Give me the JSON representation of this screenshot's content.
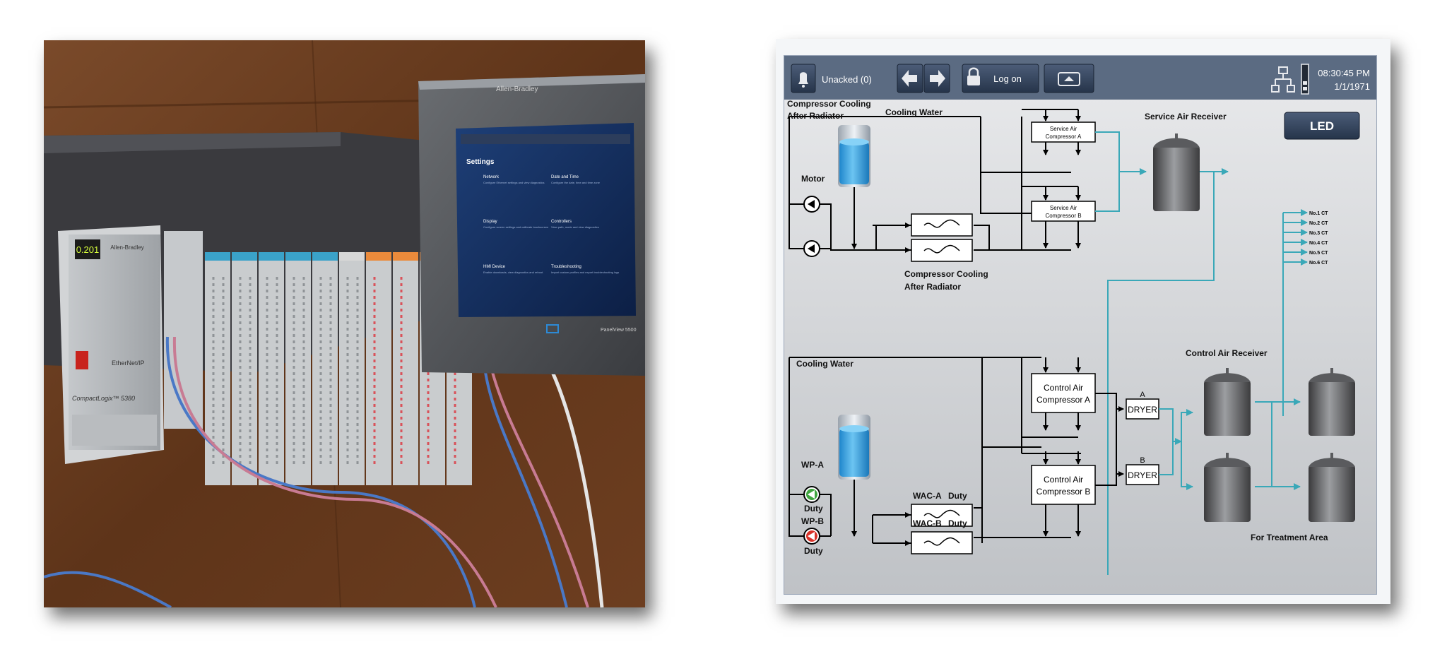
{
  "photo": {
    "brand_label": "Allen-Bradley",
    "controller_label": "CompactLogix™ 5380",
    "ethernet_label": "EtherNet/IP",
    "display_digits": "0.201",
    "panel_brand": "Allen-Bradley",
    "panel_model": "PanelView 5500",
    "settings": {
      "title": "Settings",
      "items": [
        {
          "label": "Network",
          "sub": "Configure Ethernet settings and view diagnostics"
        },
        {
          "label": "Date and Time",
          "sub": "Configure the date, time and time zone"
        },
        {
          "label": "Display",
          "sub": "Configure screen settings and calibrate touchscreen"
        },
        {
          "label": "Controllers",
          "sub": "View path, mode and view diagnostics"
        },
        {
          "label": "HMI Device",
          "sub": "Enable downloads, view diagnostics and reboot"
        },
        {
          "label": "Troubleshooting",
          "sub": "Import custom profiles and export troubleshooting logs"
        }
      ]
    }
  },
  "hmi": {
    "toolbar": {
      "unacked_label": "Unacked (0)",
      "logon_label": "Log on",
      "time": "08:30:45 PM",
      "date": "1/1/1971"
    },
    "led_button": "LED",
    "labels": {
      "comp_cooling_top": "Compressor Cooling",
      "after_radiator_top": "After Radiator",
      "cooling_water_top": "Cooling Water",
      "motor": "Motor",
      "comp_cooling_bottom": "Compressor Cooling",
      "after_radiator_bottom": "After Radiator",
      "service_air_receiver": "Service Air Receiver",
      "service_comp_a_1": "Service Air",
      "service_comp_a_2": "Compressor A",
      "service_comp_b_1": "Service Air",
      "service_comp_b_2": "Compressor B",
      "cooling_water_bottom": "Cooling Water",
      "control_comp_a_1": "Control Air",
      "control_comp_a_2": "Compressor A",
      "control_comp_b_1": "Control Air",
      "control_comp_b_2": "Compressor B",
      "dryer_a_tag": "A",
      "dryer_b_tag": "B",
      "dryer_a": "DRYER",
      "dryer_b": "DRYER",
      "control_air_receiver": "Control Air Receiver",
      "for_treatment": "For Treatment Area",
      "wp_a": "WP-A",
      "wp_a_duty": "Duty",
      "wp_b": "WP-B",
      "wp_b_duty": "Duty",
      "wac_a": "WAC-A",
      "wac_a_duty": "Duty",
      "wac_b": "WAC-B",
      "wac_b_duty": "Duty"
    },
    "cooling_towers": [
      "No.1 CT",
      "No.2 CT",
      "No.3 CT",
      "No.4 CT",
      "No.5 CT",
      "No.6 CT"
    ],
    "colors": {
      "toolbar": "#5b6b82",
      "button": "#2f3d52",
      "screen_bg": "#c9ccd1",
      "flow_teal": "#3aa8b8",
      "pump_a": "#3fa53f",
      "pump_b": "#d8332a",
      "tank_water": "#2b9fe0"
    }
  }
}
